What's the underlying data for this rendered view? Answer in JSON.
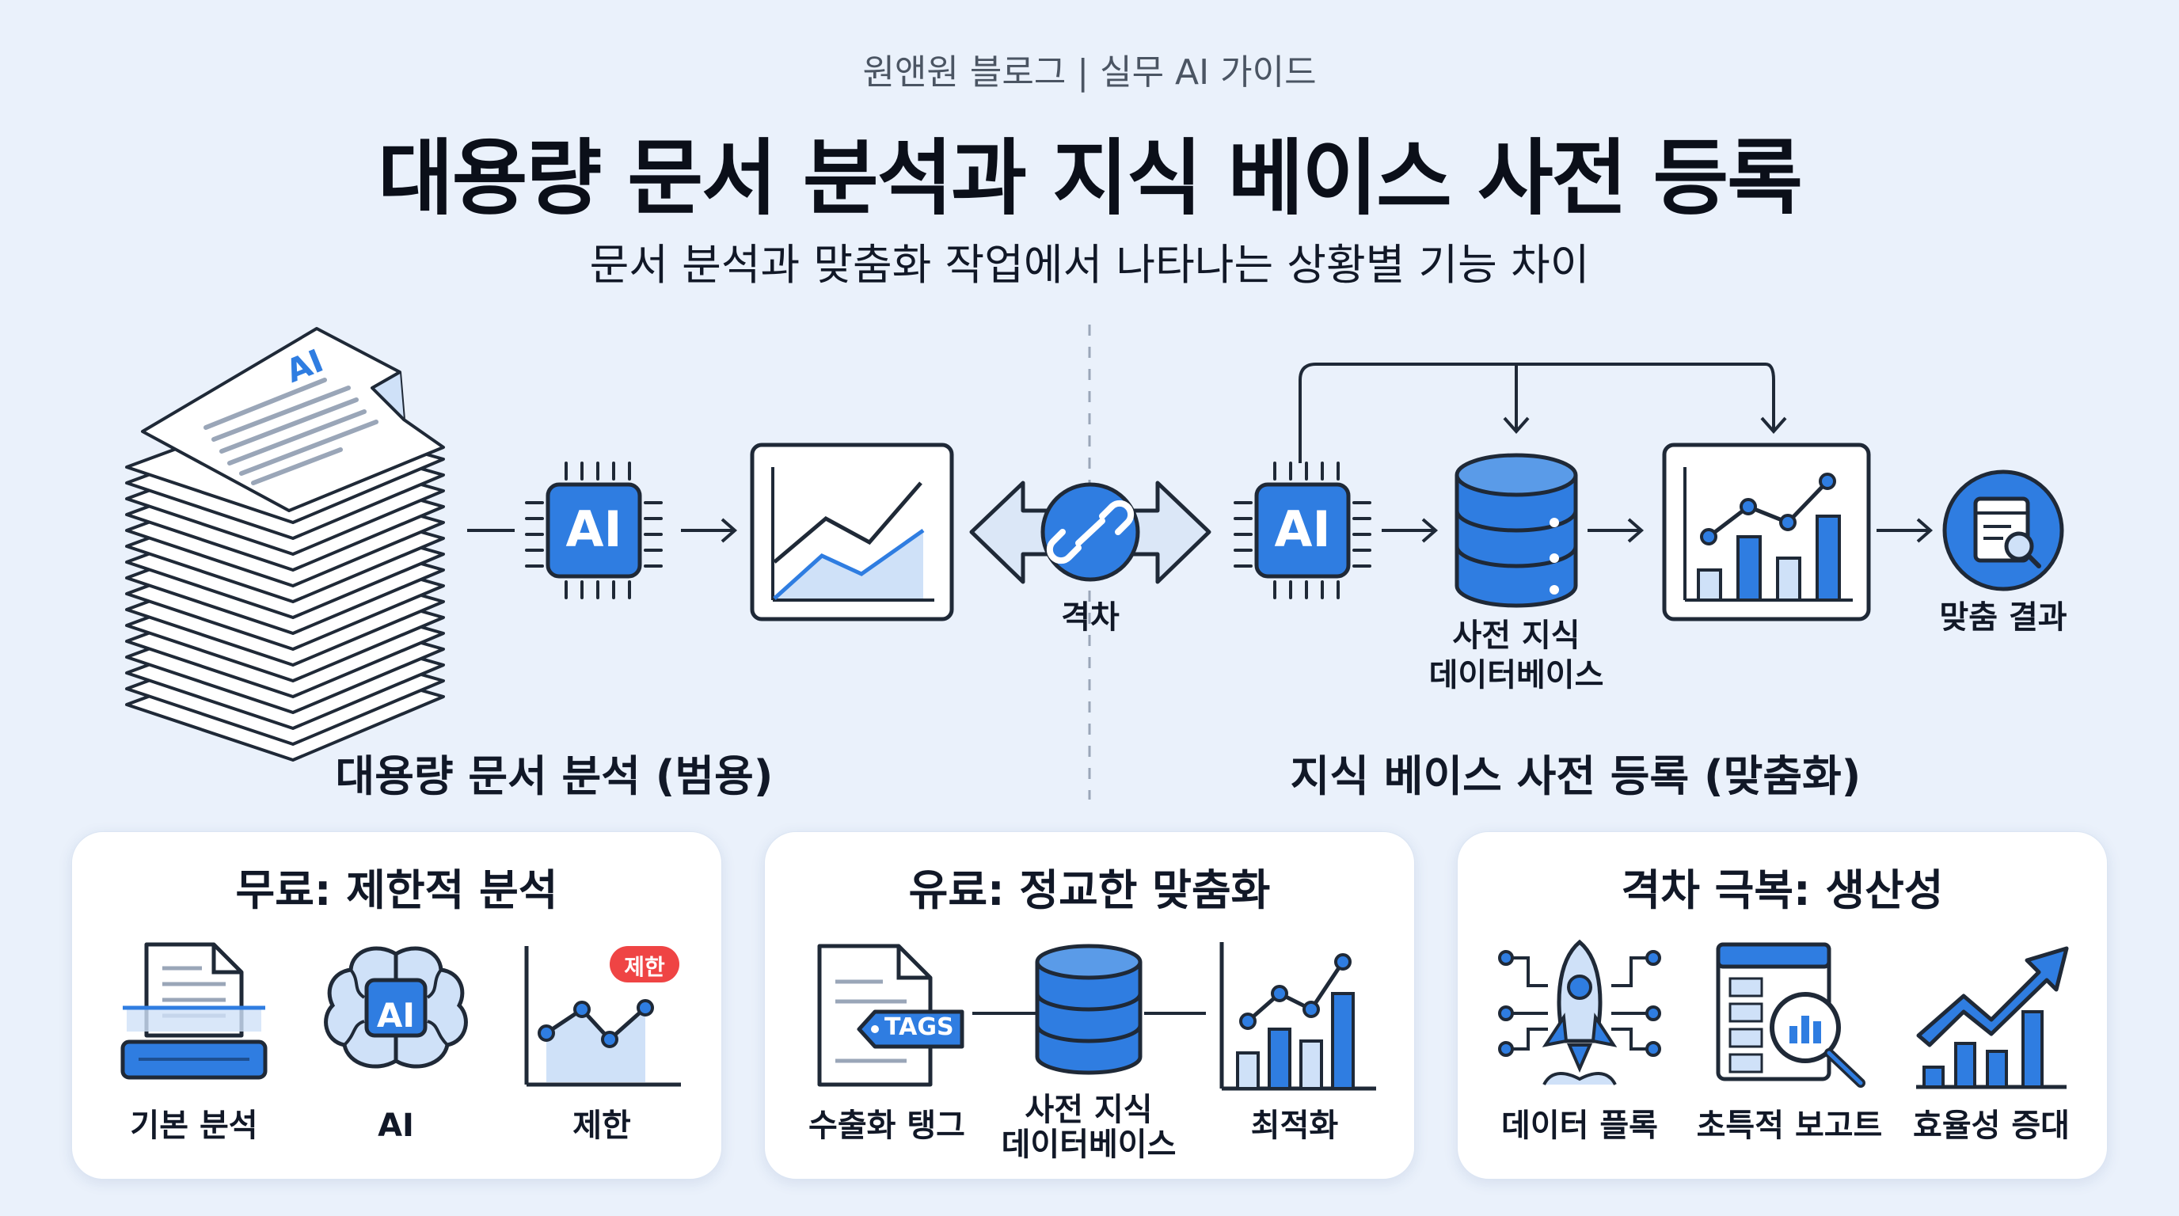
{
  "header": {
    "brand": "원앤원 블로그 | 실무 AI 가이드",
    "title": "대용량 문서 분석과 지식 베이스 사전 등록",
    "subtitle": "문서 분석과 맞춤화 작업에서 나타나는 상황별 기능 차이"
  },
  "diagram": {
    "doc_ai_badge": "AI",
    "chip_label": "AI",
    "gap_label": "격차",
    "kb_label_line1": "사전 지식",
    "kb_label_line2": "데이터베이스",
    "result_label": "맞춤 결과",
    "left_caption": "대용량 문서 분석 (범용)",
    "right_caption": "지식 베이스 사전 등록 (맞춤화)"
  },
  "panels": {
    "free": {
      "title": "무료: 제한적 분석",
      "items": [
        "기본 분석",
        "AI",
        "제한"
      ],
      "brain_badge": "AI",
      "limit_badge": "제한"
    },
    "paid": {
      "title": "유료: 정교한 맞춤화",
      "items": [
        "수출화 탱그",
        "사전 지식",
        "데이터베이스",
        "최적화"
      ],
      "tags_badge": "TAGS"
    },
    "gap": {
      "title": "격차 극복: 생산성",
      "items": [
        "데이터 플록",
        "초특적 보고트",
        "효율성 증대"
      ]
    }
  },
  "colors": {
    "accent": "#2f7de1",
    "accent_dark": "#1d4f91",
    "outline": "#1f2937",
    "light_fill": "#cfe1f8",
    "background": "#eaf1fb",
    "badge_red": "#ef4444"
  }
}
